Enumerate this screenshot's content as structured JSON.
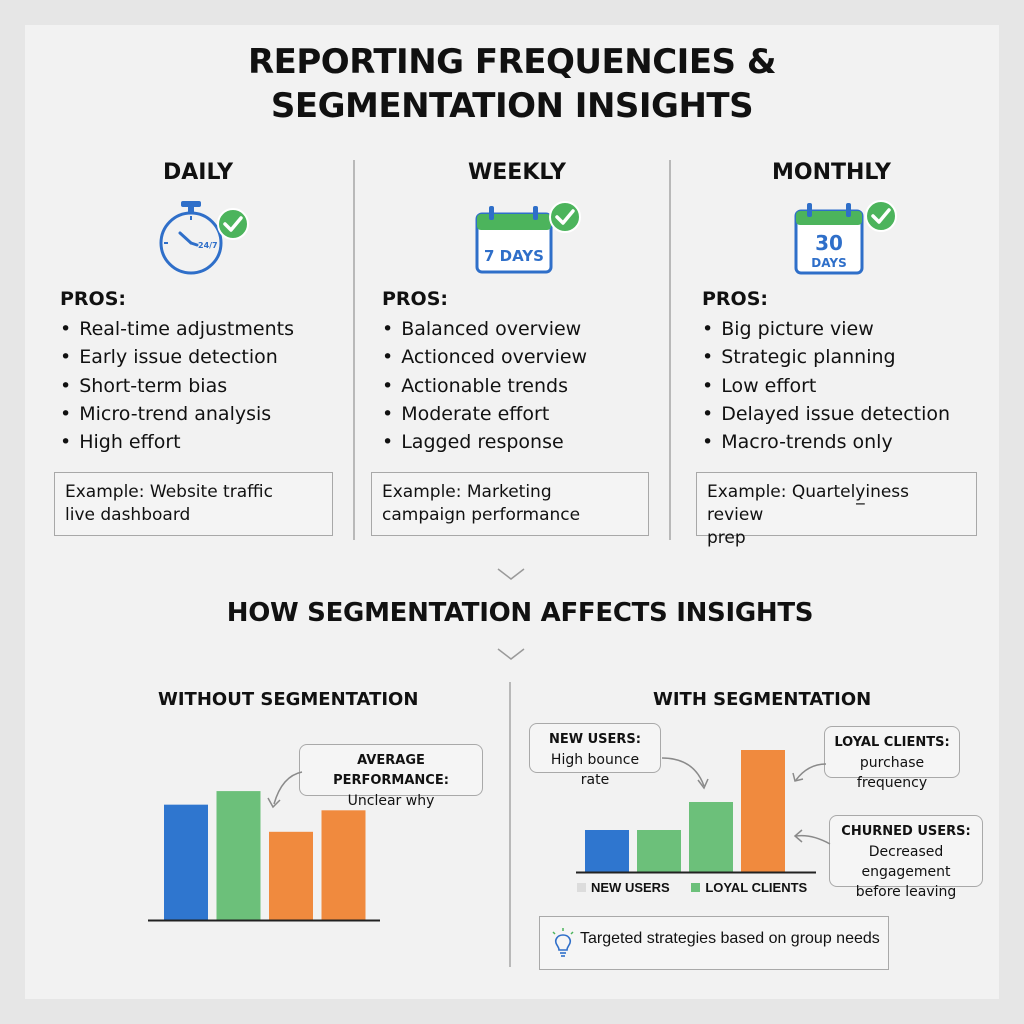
{
  "title": {
    "line1": "REPORTING FREQUENCIES &",
    "line2": "SEGMENTATION INSIGHTS"
  },
  "frequencies": [
    {
      "heading": "DAILY",
      "icon": "stopwatch-check-icon",
      "icon_text": "24/7",
      "pros_label": "PROS:",
      "items": [
        "Real-time adjustments",
        "Early issue detection",
        "Short-term bias",
        "Micro-trend analysis",
        "High effort"
      ],
      "example": [
        "Example: Website traffic",
        "live dashboard"
      ]
    },
    {
      "heading": "WEEKLY",
      "icon": "calendar-check-icon",
      "icon_text": "7 DAYS",
      "pros_label": "PROS:",
      "items": [
        "Balanced overview",
        "Actionced overview",
        "Actionable trends",
        "Moderate effort",
        "Lagged response"
      ],
      "example": [
        "Example: Marketing",
        "campaign performance"
      ]
    },
    {
      "heading": "MONTHLY",
      "icon": "calendar-check-icon",
      "icon_text": [
        "30",
        "DAYS"
      ],
      "pros_label": "PROS:",
      "items": [
        "Big picture view",
        "Strategic planning",
        "Low effort",
        "Delayed issue detection",
        "Macro-trends only"
      ],
      "example": [
        "Example: Quartely̲iness review",
        "prep"
      ]
    }
  ],
  "segmentation": {
    "title": "HOW SEGMENTATION AFFECTS INSIGHTS",
    "without": {
      "title": "WITHOUT SEGMENTATION",
      "callout": {
        "heading": "AVERAGE PERFORMANCE:",
        "text": "Unclear why"
      }
    },
    "with": {
      "title": "WITH SEGMENTATION",
      "callouts": [
        {
          "heading": "NEW USERS:",
          "text": "High bounce rate"
        },
        {
          "heading": "LOYAL CLIENTS:",
          "text": "purchase frequency"
        },
        {
          "heading": "CHURNED USERS:",
          "text": "Decreased engagement",
          "text2": "before leaving"
        }
      ],
      "legend": [
        "NEW USERS",
        "LOYAL CLIENTS"
      ],
      "tip": {
        "icon": "lightbulb-icon",
        "text": "Targeted strategies based on group needs"
      }
    }
  },
  "colors": {
    "blue": "#2f76cf",
    "green": "#6cc07a",
    "orange": "#f08a3e",
    "icon_blue": "#2f6fc9",
    "check_green": "#4cb45c"
  },
  "chart_data": [
    {
      "type": "bar",
      "title": "WITHOUT SEGMENTATION",
      "categories": [
        "",
        "",
        "",
        ""
      ],
      "values": [
        102,
        114,
        78,
        97
      ],
      "colors": [
        "#2f76cf",
        "#6cc07a",
        "#f08a3e",
        "#f08a3e"
      ],
      "ylim": [
        0,
        130
      ]
    },
    {
      "type": "bar",
      "title": "WITH SEGMENTATION",
      "categories": [
        "",
        "",
        "",
        "",
        ""
      ],
      "values": [
        42,
        42,
        70,
        122,
        0
      ],
      "colors": [
        "#2f76cf",
        "#6cc07a",
        "#6cc07a",
        "#f08a3e"
      ],
      "ylim": [
        0,
        130
      ]
    }
  ]
}
